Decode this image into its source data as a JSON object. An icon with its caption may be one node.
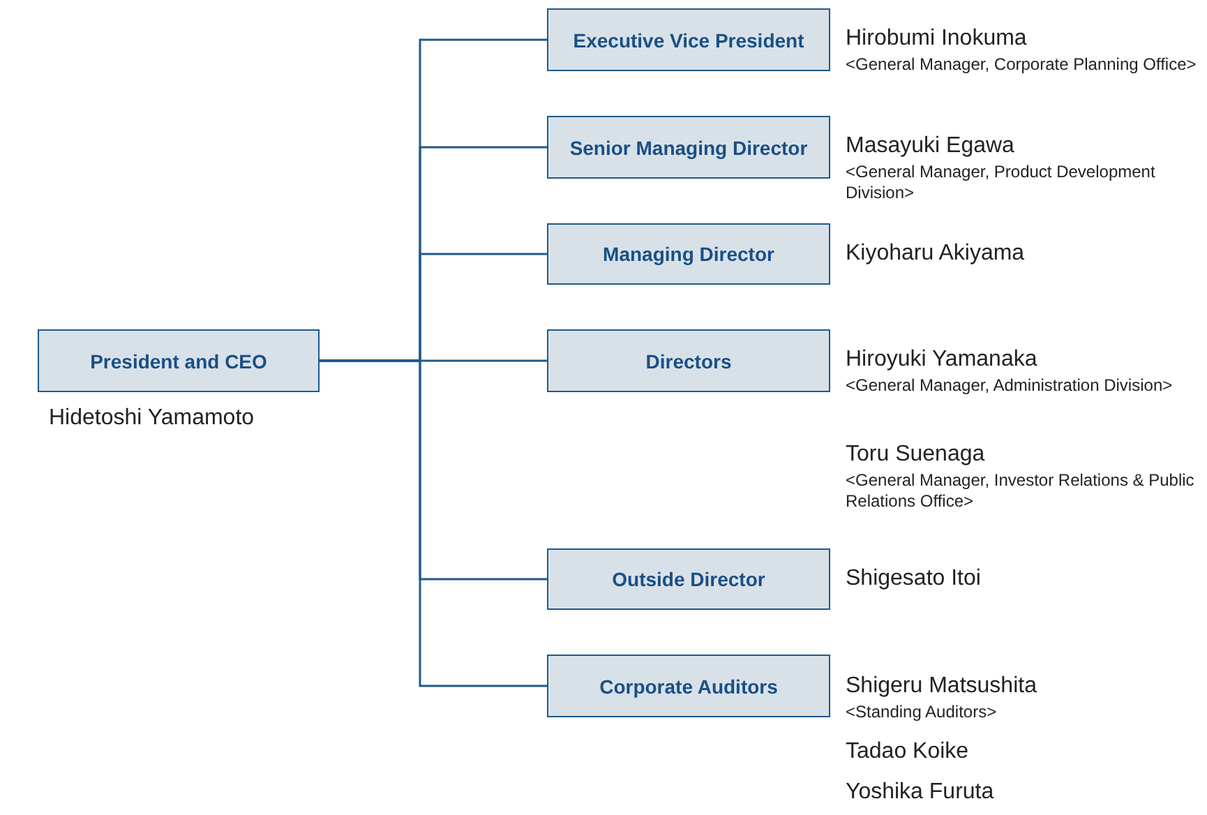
{
  "diagram": {
    "nodes": [
      {
        "text": [
          "President and CEO"
        ],
        "beside": [
          "Hidetoshi Yamamoto"
        ]
      },
      {
        "text": [
          "Executive Vice President"
        ],
        "beside": [
          "Hirobumi Inokuma",
          "<General Manager, Corporate Planning Office>"
        ]
      },
      {
        "text": [
          "Senior Managing Director"
        ],
        "beside": [
          "Masayuki Egawa",
          "<General Manager, Product Development Division>"
        ]
      },
      {
        "text": [
          "Managing Director"
        ],
        "beside": [
          "Kiyoharu Akiyama"
        ]
      },
      {
        "text": [
          "Directors"
        ],
        "beside": [
          "Hiroyuki Yamanaka",
          "<General Manager, Administration Division>",
          "Toru Suenaga",
          "<General Manager, Investor Relations & Public Relations Office>"
        ]
      },
      {
        "text": [
          "Outside Director"
        ],
        "beside": [
          "Shigesato Itoi"
        ]
      },
      {
        "text": [
          "Corporate Auditors"
        ],
        "beside": [
          "Shigeru Matsushita",
          "<Standing Auditors>",
          "Tadao Koike",
          "Yoshika Furuta"
        ]
      }
    ],
    "edges": [
      {
        "from": 0,
        "to": 1,
        "arrow": "none"
      },
      {
        "from": 0,
        "to": 2,
        "arrow": "none"
      },
      {
        "from": 0,
        "to": 3,
        "arrow": "none"
      },
      {
        "from": 0,
        "to": 4,
        "arrow": "none"
      },
      {
        "from": 0,
        "to": 5,
        "arrow": "none"
      },
      {
        "from": 0,
        "to": 6,
        "arrow": "none"
      }
    ]
  }
}
